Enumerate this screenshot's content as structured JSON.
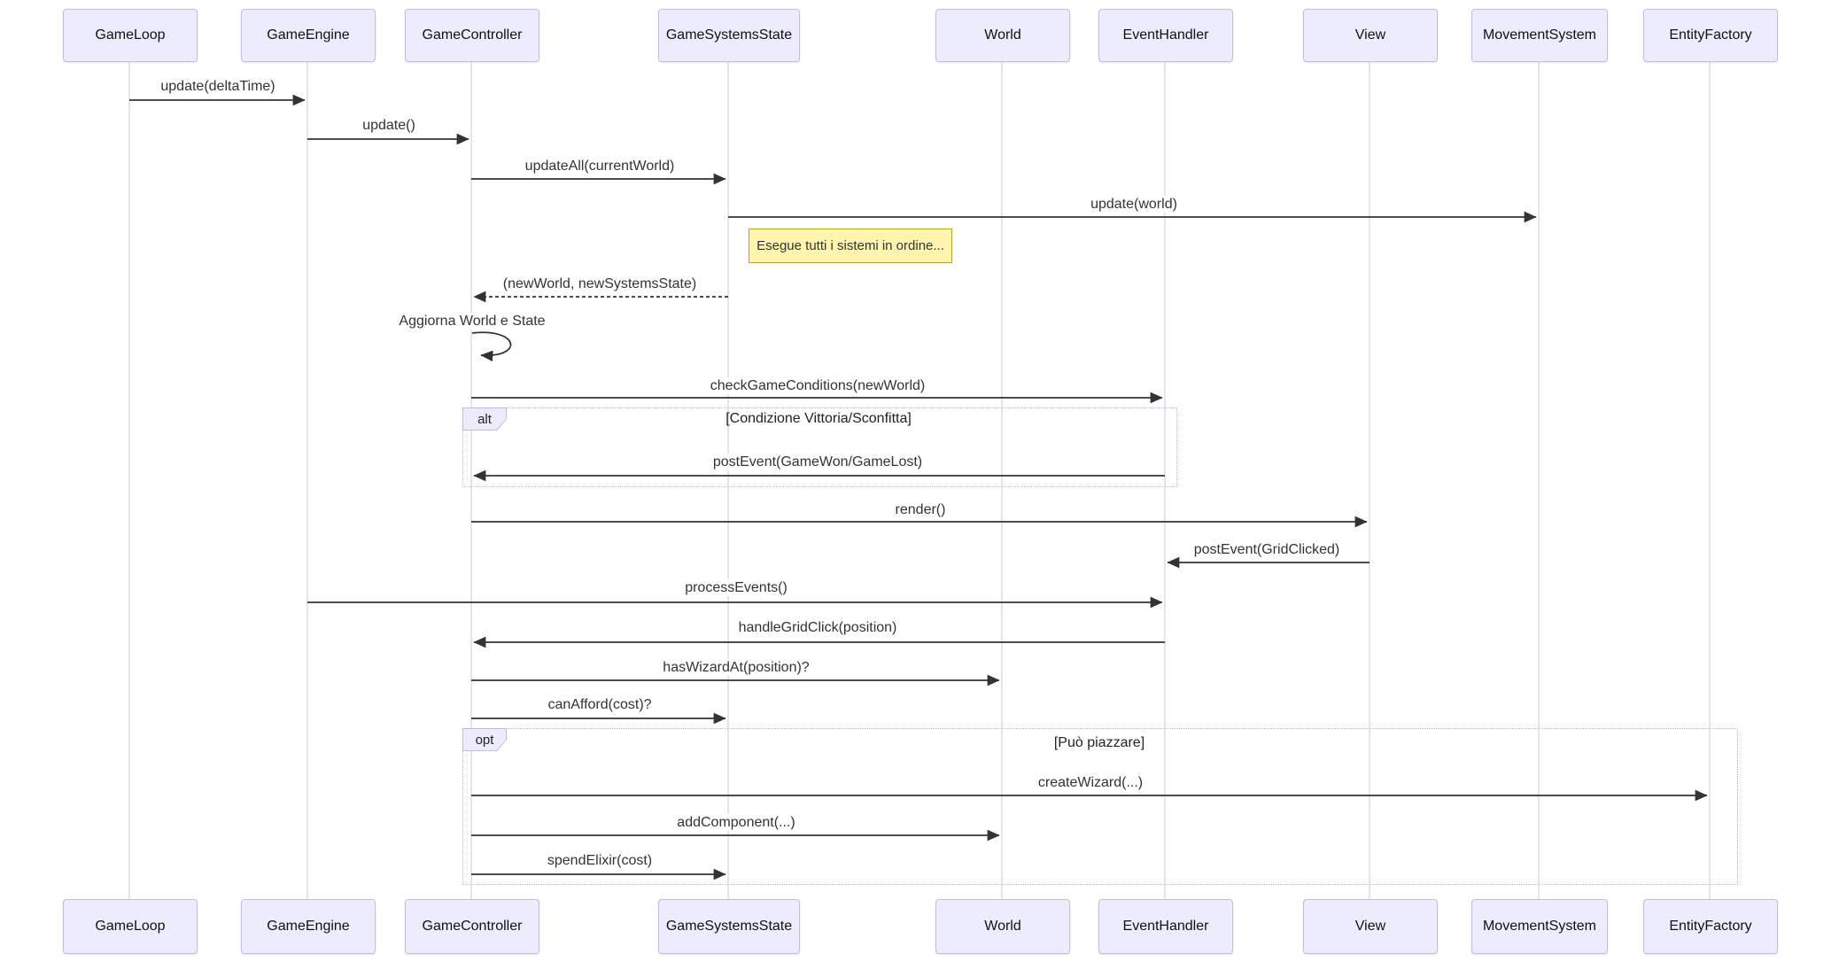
{
  "diagram": {
    "type": "sequence-diagram",
    "participants": [
      {
        "name": "GameLoop"
      },
      {
        "name": "GameEngine"
      },
      {
        "name": "GameController"
      },
      {
        "name": "GameSystemsState"
      },
      {
        "name": "World"
      },
      {
        "name": "EventHandler"
      },
      {
        "name": "View"
      },
      {
        "name": "MovementSystem"
      },
      {
        "name": "EntityFactory"
      }
    ],
    "messages": [
      {
        "label": "update(deltaTime)",
        "from": "GameLoop",
        "to": "GameEngine",
        "style": "solid"
      },
      {
        "label": "update()",
        "from": "GameEngine",
        "to": "GameController",
        "style": "solid"
      },
      {
        "label": "updateAll(currentWorld)",
        "from": "GameController",
        "to": "GameSystemsState",
        "style": "solid"
      },
      {
        "label": "update(world)",
        "from": "GameSystemsState",
        "to": "MovementSystem",
        "style": "solid"
      },
      {
        "label": "(newWorld, newSystemsState)",
        "from": "GameSystemsState",
        "to": "GameController",
        "style": "dashed"
      },
      {
        "label": "Aggiorna World e State",
        "from": "GameController",
        "to": "GameController",
        "style": "self"
      },
      {
        "label": "checkGameConditions(newWorld)",
        "from": "GameController",
        "to": "EventHandler",
        "style": "solid"
      },
      {
        "label": "postEvent(GameWon/GameLost)",
        "from": "EventHandler",
        "to": "GameController",
        "style": "solid"
      },
      {
        "label": "render()",
        "from": "GameController",
        "to": "View",
        "style": "solid"
      },
      {
        "label": "postEvent(GridClicked)",
        "from": "View",
        "to": "EventHandler",
        "style": "solid"
      },
      {
        "label": "processEvents()",
        "from": "GameEngine",
        "to": "EventHandler",
        "style": "solid"
      },
      {
        "label": "handleGridClick(position)",
        "from": "EventHandler",
        "to": "GameController",
        "style": "solid"
      },
      {
        "label": "hasWizardAt(position)?",
        "from": "GameController",
        "to": "World",
        "style": "solid"
      },
      {
        "label": "canAfford(cost)?",
        "from": "GameController",
        "to": "GameSystemsState",
        "style": "solid"
      },
      {
        "label": "createWizard(...)",
        "from": "GameController",
        "to": "EntityFactory",
        "style": "solid"
      },
      {
        "label": "addComponent(...)",
        "from": "GameController",
        "to": "World",
        "style": "solid"
      },
      {
        "label": "spendElixir(cost)",
        "from": "GameController",
        "to": "GameSystemsState",
        "style": "solid"
      }
    ],
    "note": {
      "text": "Esegue tutti i sistemi in ordine...",
      "position": "right of GameSystemsState"
    },
    "frames": [
      {
        "type": "alt",
        "condition": "[Condizione Vittoria/Sconfitta]"
      },
      {
        "type": "opt",
        "condition": "[Può piazzare]"
      }
    ],
    "colors": {
      "actor_fill": "#ECECFF",
      "actor_border": "#bfbfde",
      "note_fill": "#FFF5AD",
      "note_border": "#AAAA33",
      "arrow": "#333333",
      "lifeline": "#d5d5e8",
      "frame_border": "#bcbcdc",
      "background": "#ffffff"
    }
  }
}
